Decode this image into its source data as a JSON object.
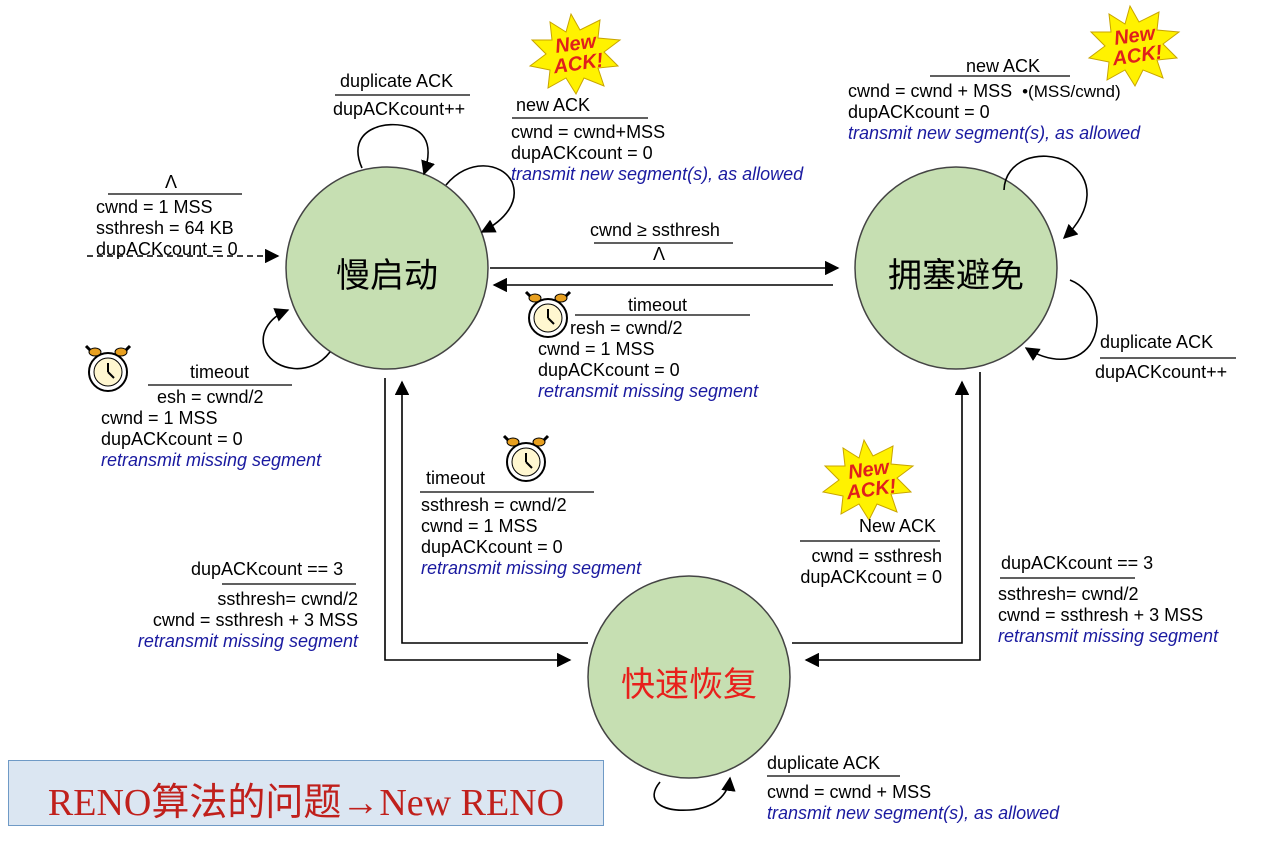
{
  "states": {
    "slow_start": "慢启动",
    "congestion_avoidance": "拥塞避免",
    "fast_recovery": "快速恢复"
  },
  "colors": {
    "state_fill": "#c6dfb2",
    "fast_recovery_text": "#e8201c",
    "action_text": "#1a1aa0",
    "burst_fill": "#fff200",
    "burst_text": "#e0201c",
    "title_text": "#c0201c",
    "title_bg": "#dbe6f2"
  },
  "new_ack_burst": "New ACK!",
  "title": "RENO算法的问题→New RENO",
  "init": {
    "event": "Λ",
    "lines": [
      "cwnd = 1 MSS",
      "ssthresh = 64 KB",
      "dupACKcount = 0"
    ]
  },
  "ss_dup": {
    "event": "duplicate ACK",
    "lines": [
      "dupACKcount++"
    ]
  },
  "ss_newack": {
    "event": "new ACK",
    "lines": [
      "cwnd = cwnd+MSS",
      "dupACKcount = 0"
    ],
    "action": "transmit new segment(s), as allowed"
  },
  "ss_timeout": {
    "event": "timeout",
    "lines": [
      "esh = cwnd/2",
      "cwnd = 1 MSS",
      "dupACKcount = 0"
    ],
    "action": "retransmit missing segment"
  },
  "ss_to_ca": {
    "event": "cwnd ≥ ssthresh",
    "lines": [
      "Λ"
    ]
  },
  "ca_timeout": {
    "event": "timeout",
    "lines": [
      "resh = cwnd/2",
      "cwnd = 1 MSS",
      "dupACKcount = 0"
    ],
    "action": "retransmit missing segment"
  },
  "ca_newack": {
    "event": "new ACK",
    "line1": "cwnd = cwnd + MSS",
    "line1b": "•(MSS/cwnd)",
    "line2": "dupACKcount = 0",
    "action": "transmit new segment(s), as allowed"
  },
  "ca_dup": {
    "event": "duplicate ACK",
    "lines": [
      "dupACKcount++"
    ]
  },
  "fr_timeout": {
    "event": "timeout",
    "lines": [
      "ssthresh = cwnd/2",
      "cwnd = 1 MSS",
      "dupACKcount = 0"
    ],
    "action": "retransmit missing segment"
  },
  "ss_to_fr": {
    "event": "dupACKcount == 3",
    "lines": [
      "ssthresh= cwnd/2",
      "cwnd = ssthresh + 3 MSS"
    ],
    "action": "retransmit missing segment"
  },
  "fr_newack": {
    "event": "New ACK",
    "lines": [
      "cwnd = ssthresh",
      "dupACKcount = 0"
    ]
  },
  "ca_to_fr": {
    "event": "dupACKcount == 3",
    "lines": [
      "ssthresh= cwnd/2",
      "cwnd = ssthresh + 3 MSS"
    ],
    "action": "retransmit missing segment"
  },
  "fr_dup": {
    "event": "duplicate ACK",
    "lines": [
      "cwnd = cwnd + MSS"
    ],
    "action": "transmit new segment(s), as allowed"
  }
}
